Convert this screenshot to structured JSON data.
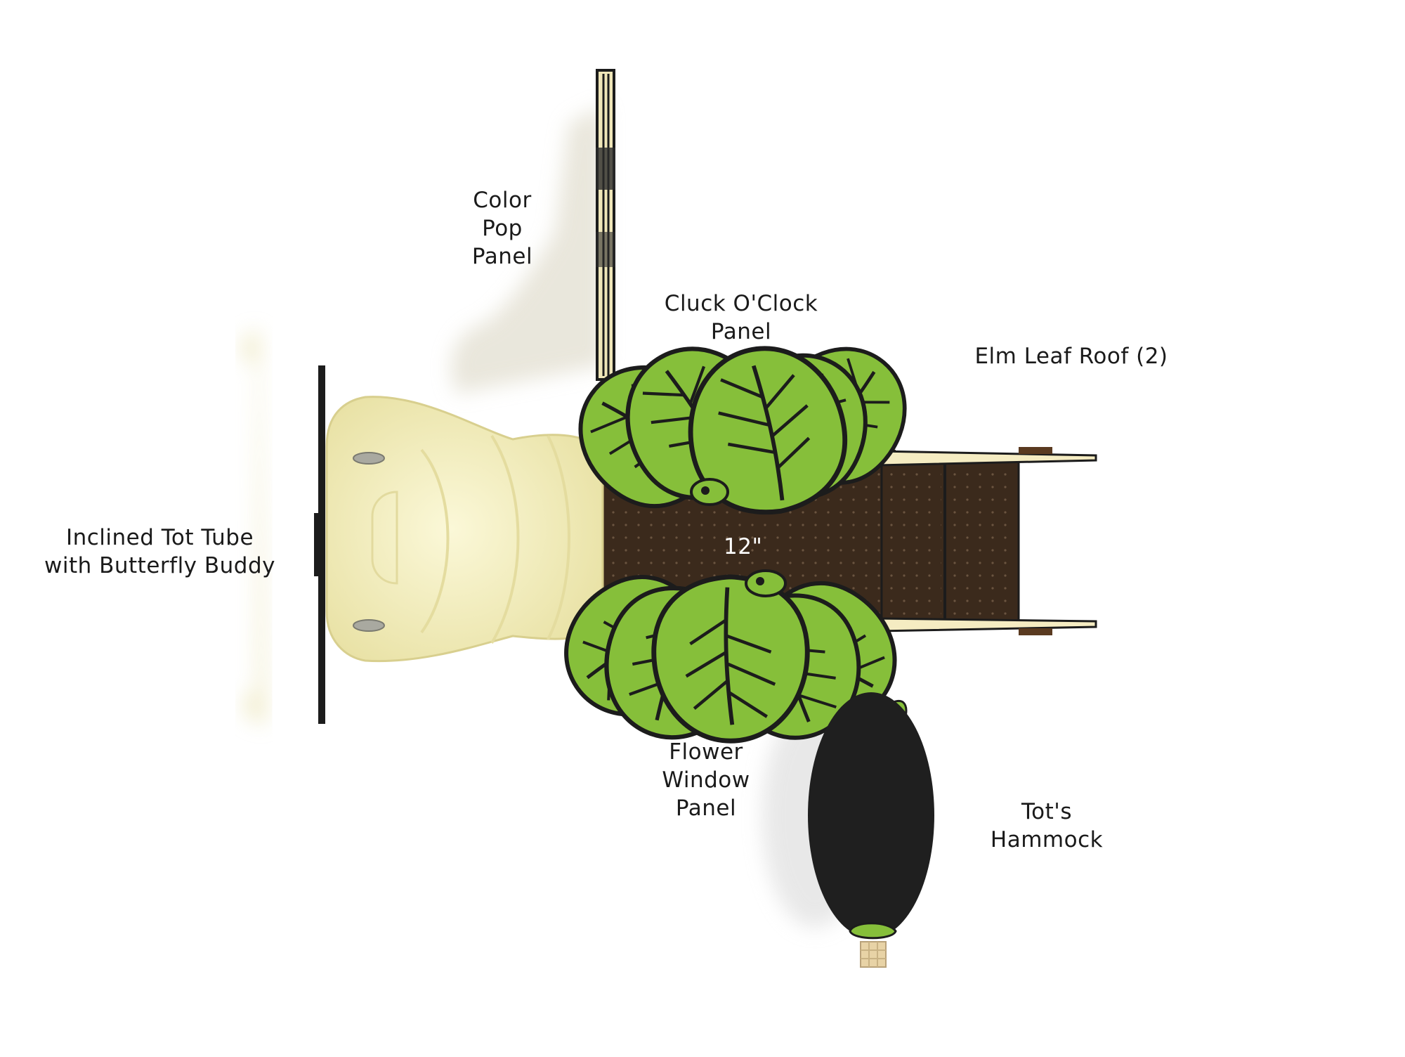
{
  "labels": {
    "color_pop": [
      "Color",
      "Pop",
      "Panel"
    ],
    "cluck_oclock": [
      "Cluck O'Clock",
      "Panel"
    ],
    "elm_leaf_roof": [
      "Elm Leaf Roof (2)"
    ],
    "inclined_tube": [
      "Inclined Tot Tube",
      "with Butterfly Buddy"
    ],
    "flower_window": [
      "Flower",
      "Window",
      "Panel"
    ],
    "tots_hammock": [
      "Tot's",
      "Hammock"
    ]
  },
  "deck_height": "12\"",
  "colors": {
    "leaf_green": "#86bf3a",
    "leaf_outline": "#1c1c1c",
    "deck_brown": "#3b2a1c",
    "tube_cream": "#f7f3c4",
    "roof_cream": "#f5ecc2",
    "hammock_black": "#1f1f1f"
  }
}
